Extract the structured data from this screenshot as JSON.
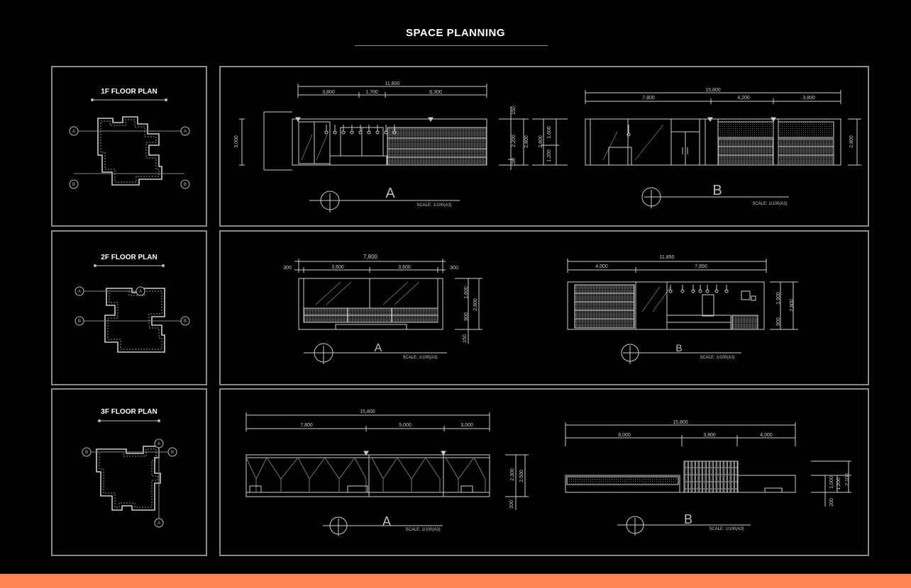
{
  "page": {
    "title": "SPACE PLANNING",
    "accent": "#ff8652"
  },
  "floors": [
    {
      "label": "1F FLOOR PLAN",
      "markers": [
        "A",
        "A",
        "B",
        "B"
      ]
    },
    {
      "label": "2F FLOOR PLAN",
      "markers": [
        "A",
        "A",
        "B",
        "B"
      ]
    },
    {
      "label": "3F FLOOR PLAN",
      "markers": [
        "B",
        "B",
        "A",
        "A"
      ]
    }
  ],
  "elevations": {
    "f1a": {
      "letter": "A",
      "scale": "SCALE: 1/100(A3)",
      "total": "11,800",
      "dims": [
        "3,800",
        "1,700",
        "6,300"
      ],
      "height": "3,000",
      "side": [
        "150",
        "2,200",
        "2,800",
        "150"
      ]
    },
    "f1b": {
      "letter": "B",
      "scale": "SCALE: 1/100(A3)",
      "total": "15,800",
      "dims": [
        "7,800",
        "4,200",
        "3,800"
      ],
      "side": [
        "2,800",
        "1,600",
        "1,200",
        "2,800"
      ]
    },
    "f2a": {
      "letter": "A",
      "scale": "SCALE: 1/100(A3)",
      "total": "7,800",
      "dims": [
        "300",
        "3,600",
        "3,600",
        "300"
      ],
      "side": [
        "1,600",
        "2,800",
        "900",
        "150"
      ]
    },
    "f2b": {
      "letter": "B",
      "scale": "SCALE: 1/100(A3)",
      "total": "11,850",
      "dims": [
        "4,000",
        "7,850"
      ],
      "side": [
        "1,900",
        "2,800",
        "900"
      ]
    },
    "f3a": {
      "letter": "A",
      "scale": "SCALE: 1/100(A3)",
      "total": "15,800",
      "dims": [
        "7,800",
        "5,000",
        "3,000"
      ],
      "side": [
        "2,300",
        "2,500",
        "200"
      ]
    },
    "f3b": {
      "letter": "B",
      "scale": "SCALE: 1/100(A3)",
      "total": "15,800",
      "dims": [
        "8,000",
        "3,800",
        "4,000"
      ],
      "side": [
        "1,000",
        "1,200",
        "2,100",
        "200"
      ]
    }
  }
}
